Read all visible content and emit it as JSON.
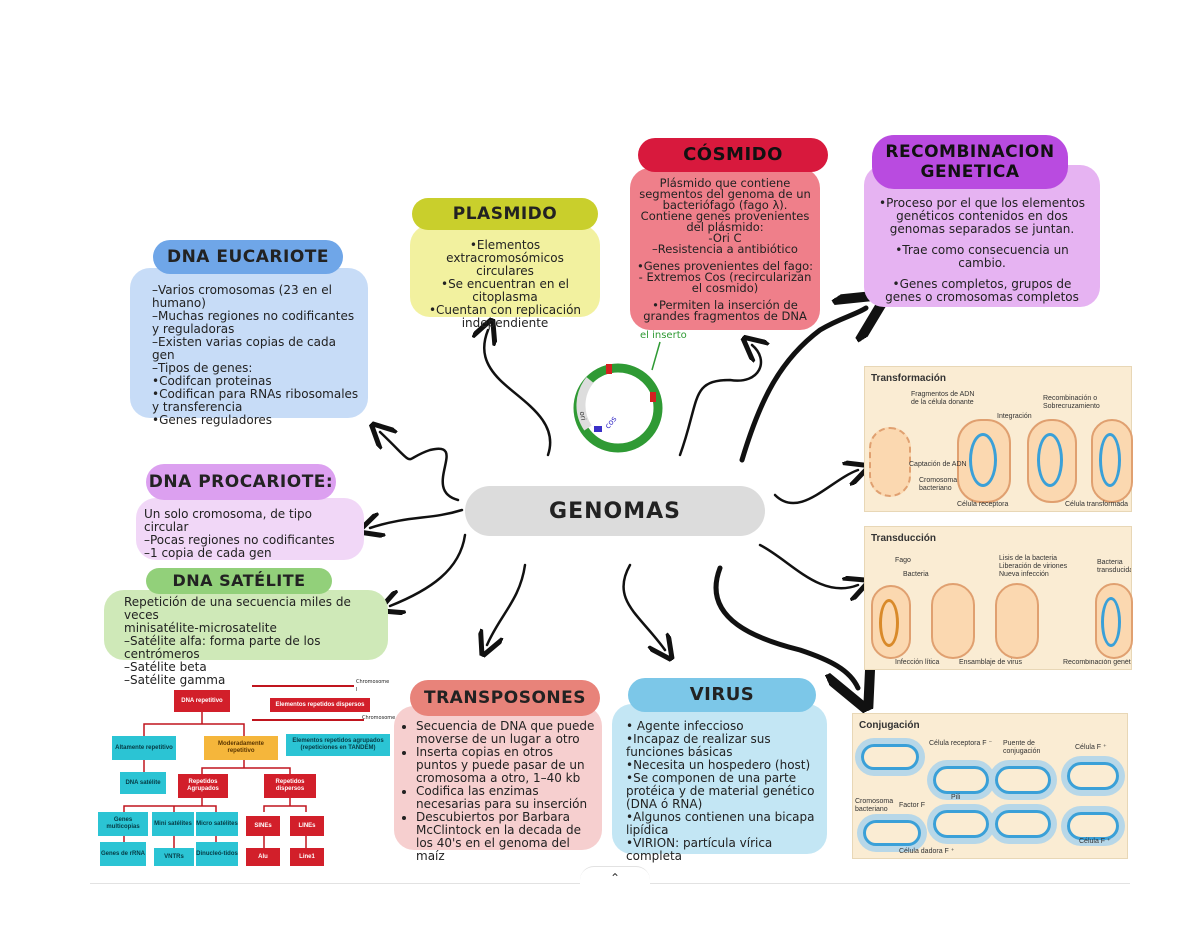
{
  "center_label": "GENOMAS",
  "dna_eucariote": {
    "title": "DNA EUCARIOTE",
    "lines": [
      "–Varios cromosomas (23 en el humano)",
      "–Muchas regiones no codificantes y reguladoras",
      "–Existen varias copias de cada gen",
      "–Tipos de genes:",
      "•Codifcan proteinas",
      "•Codifican para RNAs ribosomales y transferencia",
      "•Genes reguladores"
    ]
  },
  "plasmido": {
    "title": "PLASMIDO",
    "lines": [
      "•Elementos extracromosómicos circulares",
      "•Se encuentran en el citoplasma",
      "•Cuentan con replicación independiente"
    ]
  },
  "cosmido": {
    "title": "CÓSMIDO",
    "lines": [
      "Plásmido que contiene segmentos del genoma de un bacteriófago (fago λ).",
      "Contiene genes provenientes del plásmido:",
      "-Ori C",
      "–Resistencia a antibiótico",
      "",
      "•Genes provenientes del fago:",
      "- Extremos Cos (recircularizan el cosmido)",
      "",
      "•Permiten la inserción de grandes fragmentos de DNA"
    ]
  },
  "recombinacion": {
    "title_line1": "RECOMBINACION",
    "title_line2": "GENETICA",
    "lines": [
      "•Proceso por el que los elementos genéticos contenidos en dos genomas separados se juntan.",
      "•Trae como consecuencia un cambio.",
      "•Genes completos, grupos de genes o cromosomas completos"
    ]
  },
  "dna_procariote": {
    "title": "DNA PROCARIOTE:",
    "lines": [
      "Un solo cromosoma, de tipo circular",
      "–Pocas regiones no codificantes",
      "–1 copia de cada gen"
    ]
  },
  "dna_satelite": {
    "title": "DNA SATÉLITE",
    "lines": [
      "Repetición de una secuencia miles de veces",
      "minisatélite-microsatelite",
      "–Satélite alfa: forma parte de los centrómeros",
      "–Satélite beta",
      "–Satélite gamma"
    ]
  },
  "transposones": {
    "title": "TRANSPOSONES",
    "items": [
      "Secuencia de DNA que puede moverse de un lugar a otro",
      "Inserta copias en otros puntos y puede pasar de un cromosoma a otro, 1–40 kb",
      "Codifica las enzimas necesarias para su inserción",
      "Descubiertos por Barbara McClintock en la decada de los 40's en el genoma del maíz"
    ]
  },
  "virus": {
    "title": "VIRUS",
    "lines": [
      "•  Agente infeccioso",
      "•Incapaz de realizar sus funciones básicas",
      "•Necesita un hospedero (host)",
      "•Se componen de una parte protéica y de material genético (DNA ó RNA)",
      "•Algunos contienen una bicapa lipídica",
      "•VIRION: partícula vírica completa"
    ]
  },
  "plasmid_figure": {
    "insert_label": "el inserto",
    "ori_label": "ori",
    "cos_label": "cos"
  },
  "transformacion": {
    "title": "Transformación",
    "labels": [
      "Fragmentos de ADN de la célula donante",
      "Integración",
      "Recombinación o Sobrecruzamiento",
      "Captación de ADN",
      "Cromosoma bacteriano",
      "Célula receptora",
      "Célula transformada"
    ]
  },
  "transduccion": {
    "title": "Transducción",
    "labels": [
      "Fago",
      "Bacteria",
      "Lisis de la bacteria",
      "Liberación de viriones",
      "Nueva infección",
      "Bacteria transducida",
      "Infección lítica",
      "Ensamblaje de virus",
      "Recombinación genética"
    ]
  },
  "conjugacion": {
    "title": "Conjugación",
    "labels": [
      "Célula receptora F ⁻",
      "Puente de conjugación",
      "Célula F ⁺",
      "Cromosoma bacteriano",
      "Factor F",
      "Pili",
      "Célula F ⁺",
      "Célula dadora F ⁺"
    ]
  },
  "repetitive_tree": {
    "root": "DNA repetitivo",
    "altamente": "Altamente repetitivo",
    "moderadamente": "Moderadamente repetitivo",
    "dispersos_top": "Elementos repetidos dispersos",
    "agrupados_top": "Elementos repetidos agrupados (repeticiones en TANDEM)",
    "chromosome1": "Chromosome I",
    "chromosome2": "Chromosome",
    "satelite": "DNA satélite",
    "rep_agrupados": "Repetidos Agrupados",
    "rep_dispersos": "Repetidos dispersos",
    "genes_multi": "Genes multicopias",
    "mini": "Mini satélites",
    "micro": "Micro satélites",
    "sines": "SINEs",
    "lines": "LINEs",
    "genes_rrna": "Genes de rRNA",
    "vntrs": "VNTRs",
    "dinucleo": "Dinucleó-tidos",
    "alu": "Alu",
    "line1": "Line1"
  },
  "colors": {
    "eucariote_pill": "#6fa6e8",
    "eucariote_card": "#c7dcf7",
    "plasmido_pill": "#c9cf2c",
    "plasmido_card": "#f2f19f",
    "cosmido_pill": "#d8193d",
    "cosmido_card": "#ef7f8a",
    "recomb_pill": "#b94be0",
    "recomb_card": "#e6b3f2",
    "procariote_pill": "#dca0f0",
    "procariote_card": "#f1d7f7",
    "satelite_pill": "#92d07a",
    "satelite_card": "#cfe9b8",
    "transp_pill": "#e8837a",
    "transp_card": "#f6cfcf",
    "virus_pill": "#7cc7e8",
    "virus_card": "#c3e6f4",
    "center": "#dcdcdc"
  },
  "collapse_icon": "chevron-up-icon"
}
